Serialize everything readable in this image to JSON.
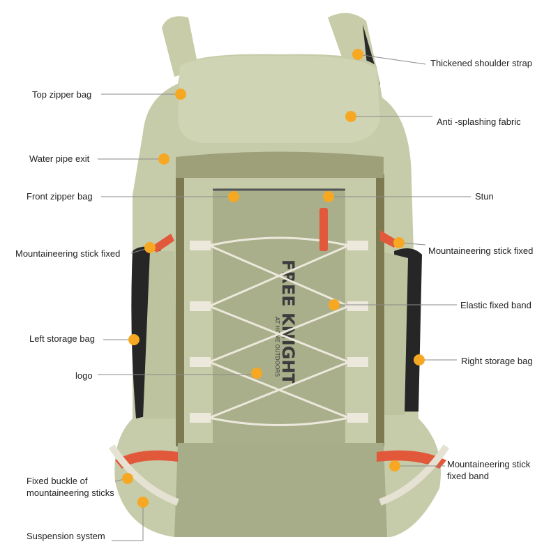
{
  "colors": {
    "dot": "#f7a823",
    "leader": "#8a8a8a",
    "body": "#c9cfae",
    "panel": "#a9af8a",
    "trim": "#7d7a52",
    "strap_accent": "#e2583a",
    "cord": "#ece8dc"
  },
  "logo": {
    "brand": "FREE KNIGHT",
    "tagline": ".AT HOME OUTDOORS"
  },
  "labels_left": [
    {
      "text": "Top zipper bag"
    },
    {
      "text": "Water pipe exit"
    },
    {
      "text": "Front zipper bag"
    },
    {
      "text": "Mountaineering stick fixed"
    },
    {
      "text": "Left storage bag"
    },
    {
      "text": "logo"
    },
    {
      "text": "Fixed buckle of\nmountaineering sticks"
    },
    {
      "text": "Suspension system"
    }
  ],
  "labels_right": [
    {
      "text": "Thickened shoulder strap"
    },
    {
      "text": "Anti -splashing fabric"
    },
    {
      "text": "Stun"
    },
    {
      "text": "Mountaineering stick fixed"
    },
    {
      "text": "Elastic fixed band"
    },
    {
      "text": "Right storage bag"
    },
    {
      "text": "Mountaineering stick\nfixed band"
    }
  ]
}
